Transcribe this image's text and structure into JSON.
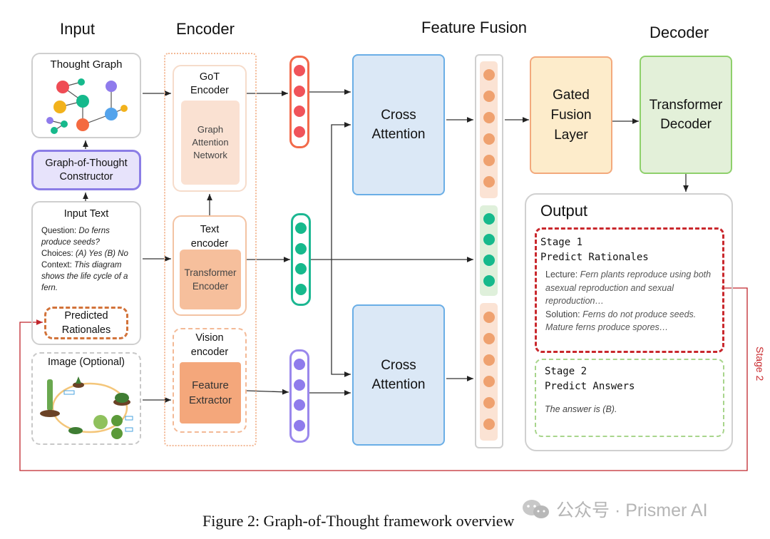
{
  "sections": {
    "input": "Input",
    "encoder": "Encoder",
    "feature_fusion": "Feature Fusion",
    "decoder": "Decoder"
  },
  "input": {
    "thought_graph": {
      "title": "Thought Graph"
    },
    "got_constructor": {
      "line1": "Graph-of-Thought",
      "line2": "Constructor"
    },
    "input_text": {
      "title": "Input Text",
      "question_label": "Question: ",
      "question_value": "Do ferns produce seeds?",
      "choices_label": "Choices: ",
      "choices_value": "(A) Yes (B) No",
      "context_label": "Context: ",
      "context_value": "This diagram shows the life cycle of a fern."
    },
    "predicted_rationales": {
      "line1": "Predicted",
      "line2": "Rationales"
    },
    "image": {
      "title": "Image (Optional)"
    }
  },
  "encoder": {
    "got_encoder": {
      "line1": "GoT",
      "line2": "Encoder",
      "inner_line1": "Graph",
      "inner_line2": "Attention",
      "inner_line3": "Network"
    },
    "text_encoder": {
      "line1": "Text",
      "line2": "encoder",
      "inner_line1": "Transformer",
      "inner_line2": "Encoder"
    },
    "vision_encoder": {
      "line1": "Vision",
      "line2": "encoder",
      "inner_line1": "Feature",
      "inner_line2": "Extractor"
    }
  },
  "feature_vectors": {
    "graph_color": "#f0535a",
    "text_color": "#16b98c",
    "vision_color": "#8f7bec",
    "fused_color": "#efa16f",
    "graph_count": 4,
    "text_count": 4,
    "vision_count": 4
  },
  "fusion": {
    "cross_attention_top": {
      "line1": "Cross",
      "line2": "Attention"
    },
    "cross_attention_bottom": {
      "line1": "Cross",
      "line2": "Attention"
    },
    "gated_fusion": {
      "line1": "Gated",
      "line2": "Fusion",
      "line3": "Layer"
    }
  },
  "decoder": {
    "transformer_decoder": {
      "line1": "Transformer",
      "line2": "Decoder"
    }
  },
  "output": {
    "title": "Output",
    "stage1": {
      "line1": "Stage 1",
      "line2": "Predict Rationales",
      "lecture_label": "Lecture:",
      "lecture_value": "Fern plants reproduce using both asexual reproduction and sexual reproduction…",
      "solution_label": "Solution:",
      "solution_value": "Ferns do not produce seeds. Mature ferns produce spores…"
    },
    "stage2": {
      "line1": "Stage 2",
      "line2": "Predict Answers",
      "answer": "The answer is (B)."
    },
    "loop_label": "Stage 2"
  },
  "caption": "Figure 2: Graph-of-Thought framework overview",
  "watermark": "公众号 · Prismer AI"
}
